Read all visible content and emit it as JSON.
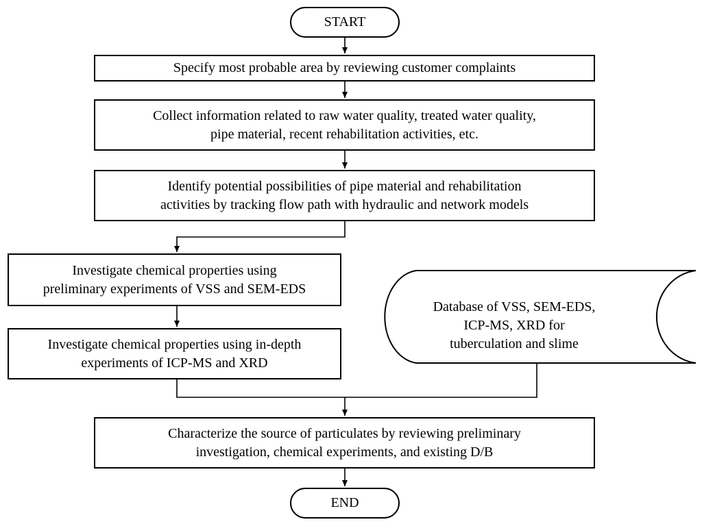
{
  "flowchart": {
    "start_label": "START",
    "end_label": "END",
    "steps": [
      {
        "lines": [
          "Specify most probable area by reviewing customer complaints"
        ]
      },
      {
        "lines": [
          "Collect information related to raw water quality, treated water quality,",
          "pipe material, recent rehabilitation activities, etc."
        ]
      },
      {
        "lines": [
          "Identify potential possibilities of pipe material and rehabilitation",
          "activities by tracking flow path with hydraulic and network models"
        ]
      },
      {
        "lines": [
          "Investigate chemical properties using",
          "preliminary experiments of VSS and SEM-EDS"
        ]
      },
      {
        "lines": [
          "Investigate chemical properties using in-depth",
          "experiments of ICP-MS and XRD"
        ]
      },
      {
        "lines": [
          "Characterize the source of particulates by reviewing preliminary",
          "investigation, chemical experiments, and existing D/B"
        ]
      }
    ],
    "database": {
      "lines": [
        "Database of VSS, SEM-EDS,",
        "ICP-MS, XRD for",
        "tuberculation and slime"
      ]
    }
  }
}
